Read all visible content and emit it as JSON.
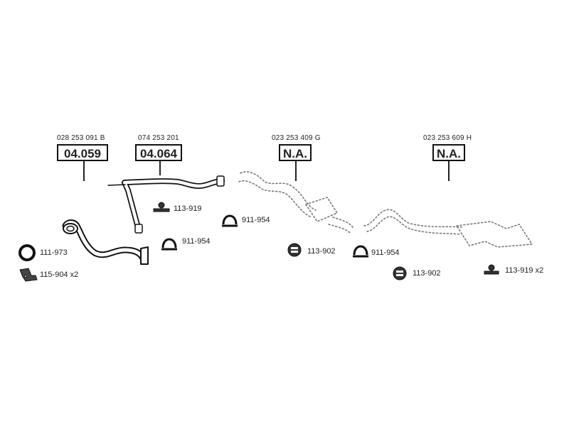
{
  "parts": [
    {
      "ref": "028 253 091 B",
      "code": "04.059"
    },
    {
      "ref": "074 253 201",
      "code": "04.064"
    },
    {
      "ref": "023 253 409 G",
      "code": "N.A."
    },
    {
      "ref": "023 253 609 H",
      "code": "N.A."
    }
  ],
  "accessories": [
    {
      "label": "111-973",
      "icon": "gasket-ring-icon"
    },
    {
      "label": "115-904 x2",
      "icon": "bracket-icon"
    },
    {
      "label": "113-919",
      "icon": "rubber-mount-icon"
    },
    {
      "label": "911-954",
      "icon": "clamp-icon"
    },
    {
      "label": "911-954",
      "icon": "clamp-icon"
    },
    {
      "label": "113-902",
      "icon": "rubber-ring-icon"
    },
    {
      "label": "911-954",
      "icon": "clamp-icon"
    },
    {
      "label": "113-902",
      "icon": "rubber-ring-icon"
    },
    {
      "label": "113-919 x2",
      "icon": "rubber-mount-icon"
    }
  ]
}
